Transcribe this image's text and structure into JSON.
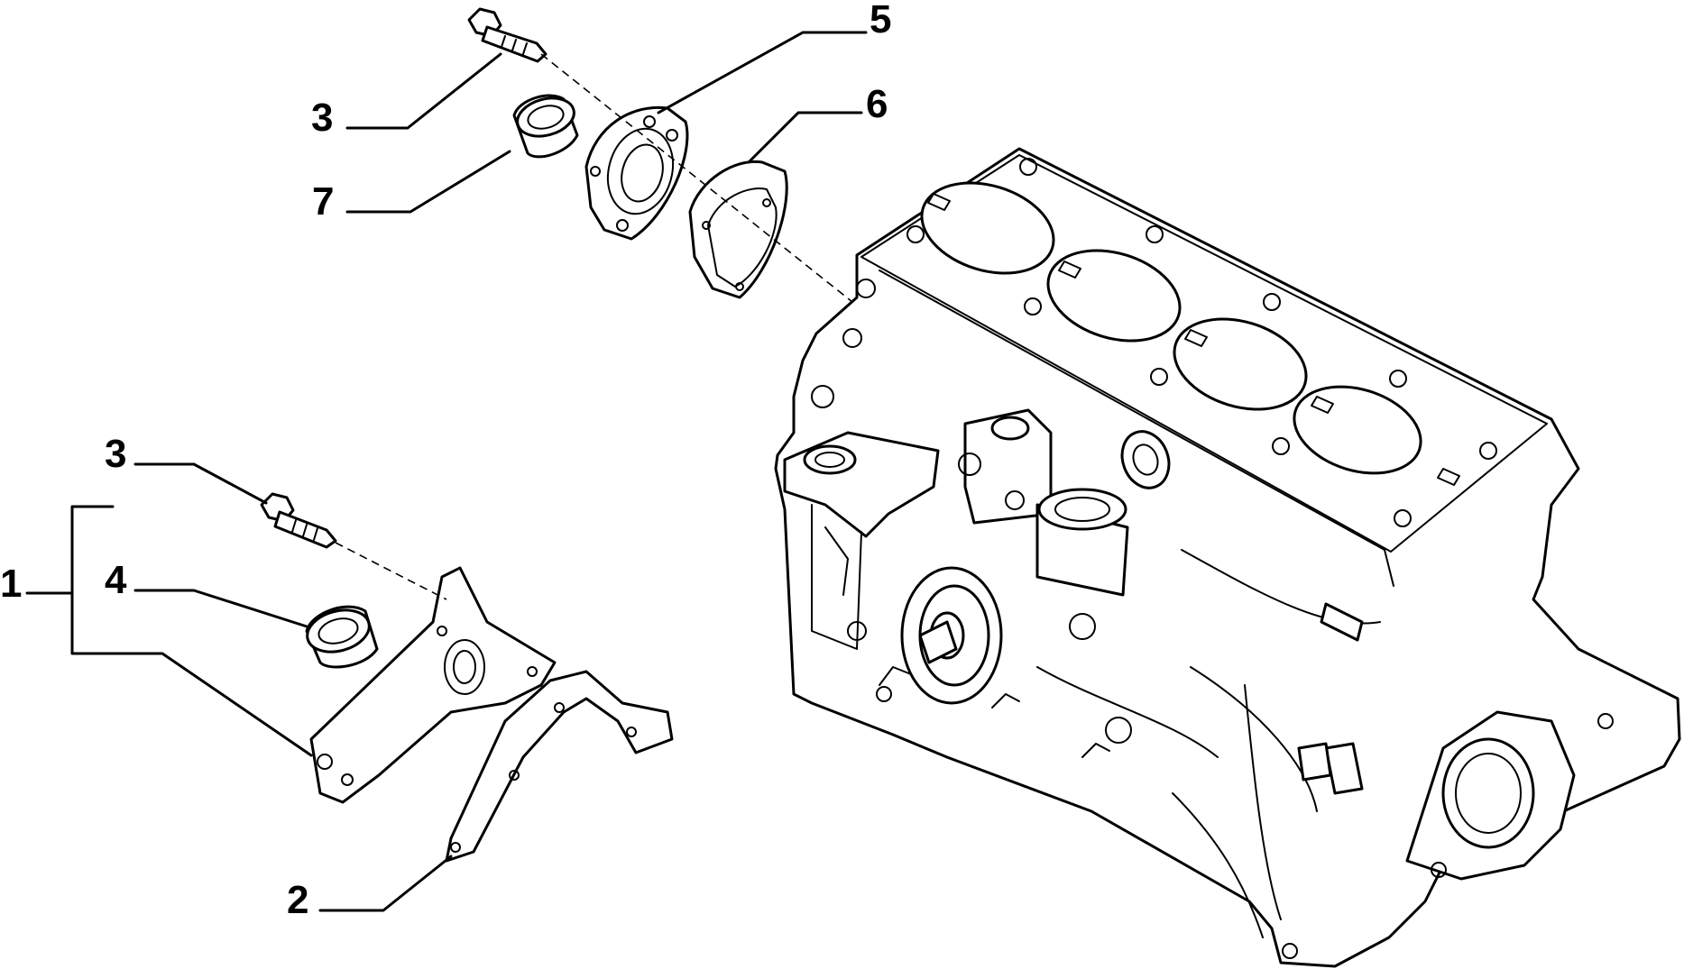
{
  "callouts": [
    {
      "id": "callout-1",
      "label": "1"
    },
    {
      "id": "callout-2",
      "label": "2"
    },
    {
      "id": "callout-3-lower",
      "label": "3"
    },
    {
      "id": "callout-3-upper",
      "label": "3"
    },
    {
      "id": "callout-4",
      "label": "4"
    },
    {
      "id": "callout-5",
      "label": "5"
    },
    {
      "id": "callout-6",
      "label": "6"
    },
    {
      "id": "callout-7",
      "label": "7"
    }
  ],
  "colors": {
    "line": "#000000",
    "background": "#ffffff"
  }
}
